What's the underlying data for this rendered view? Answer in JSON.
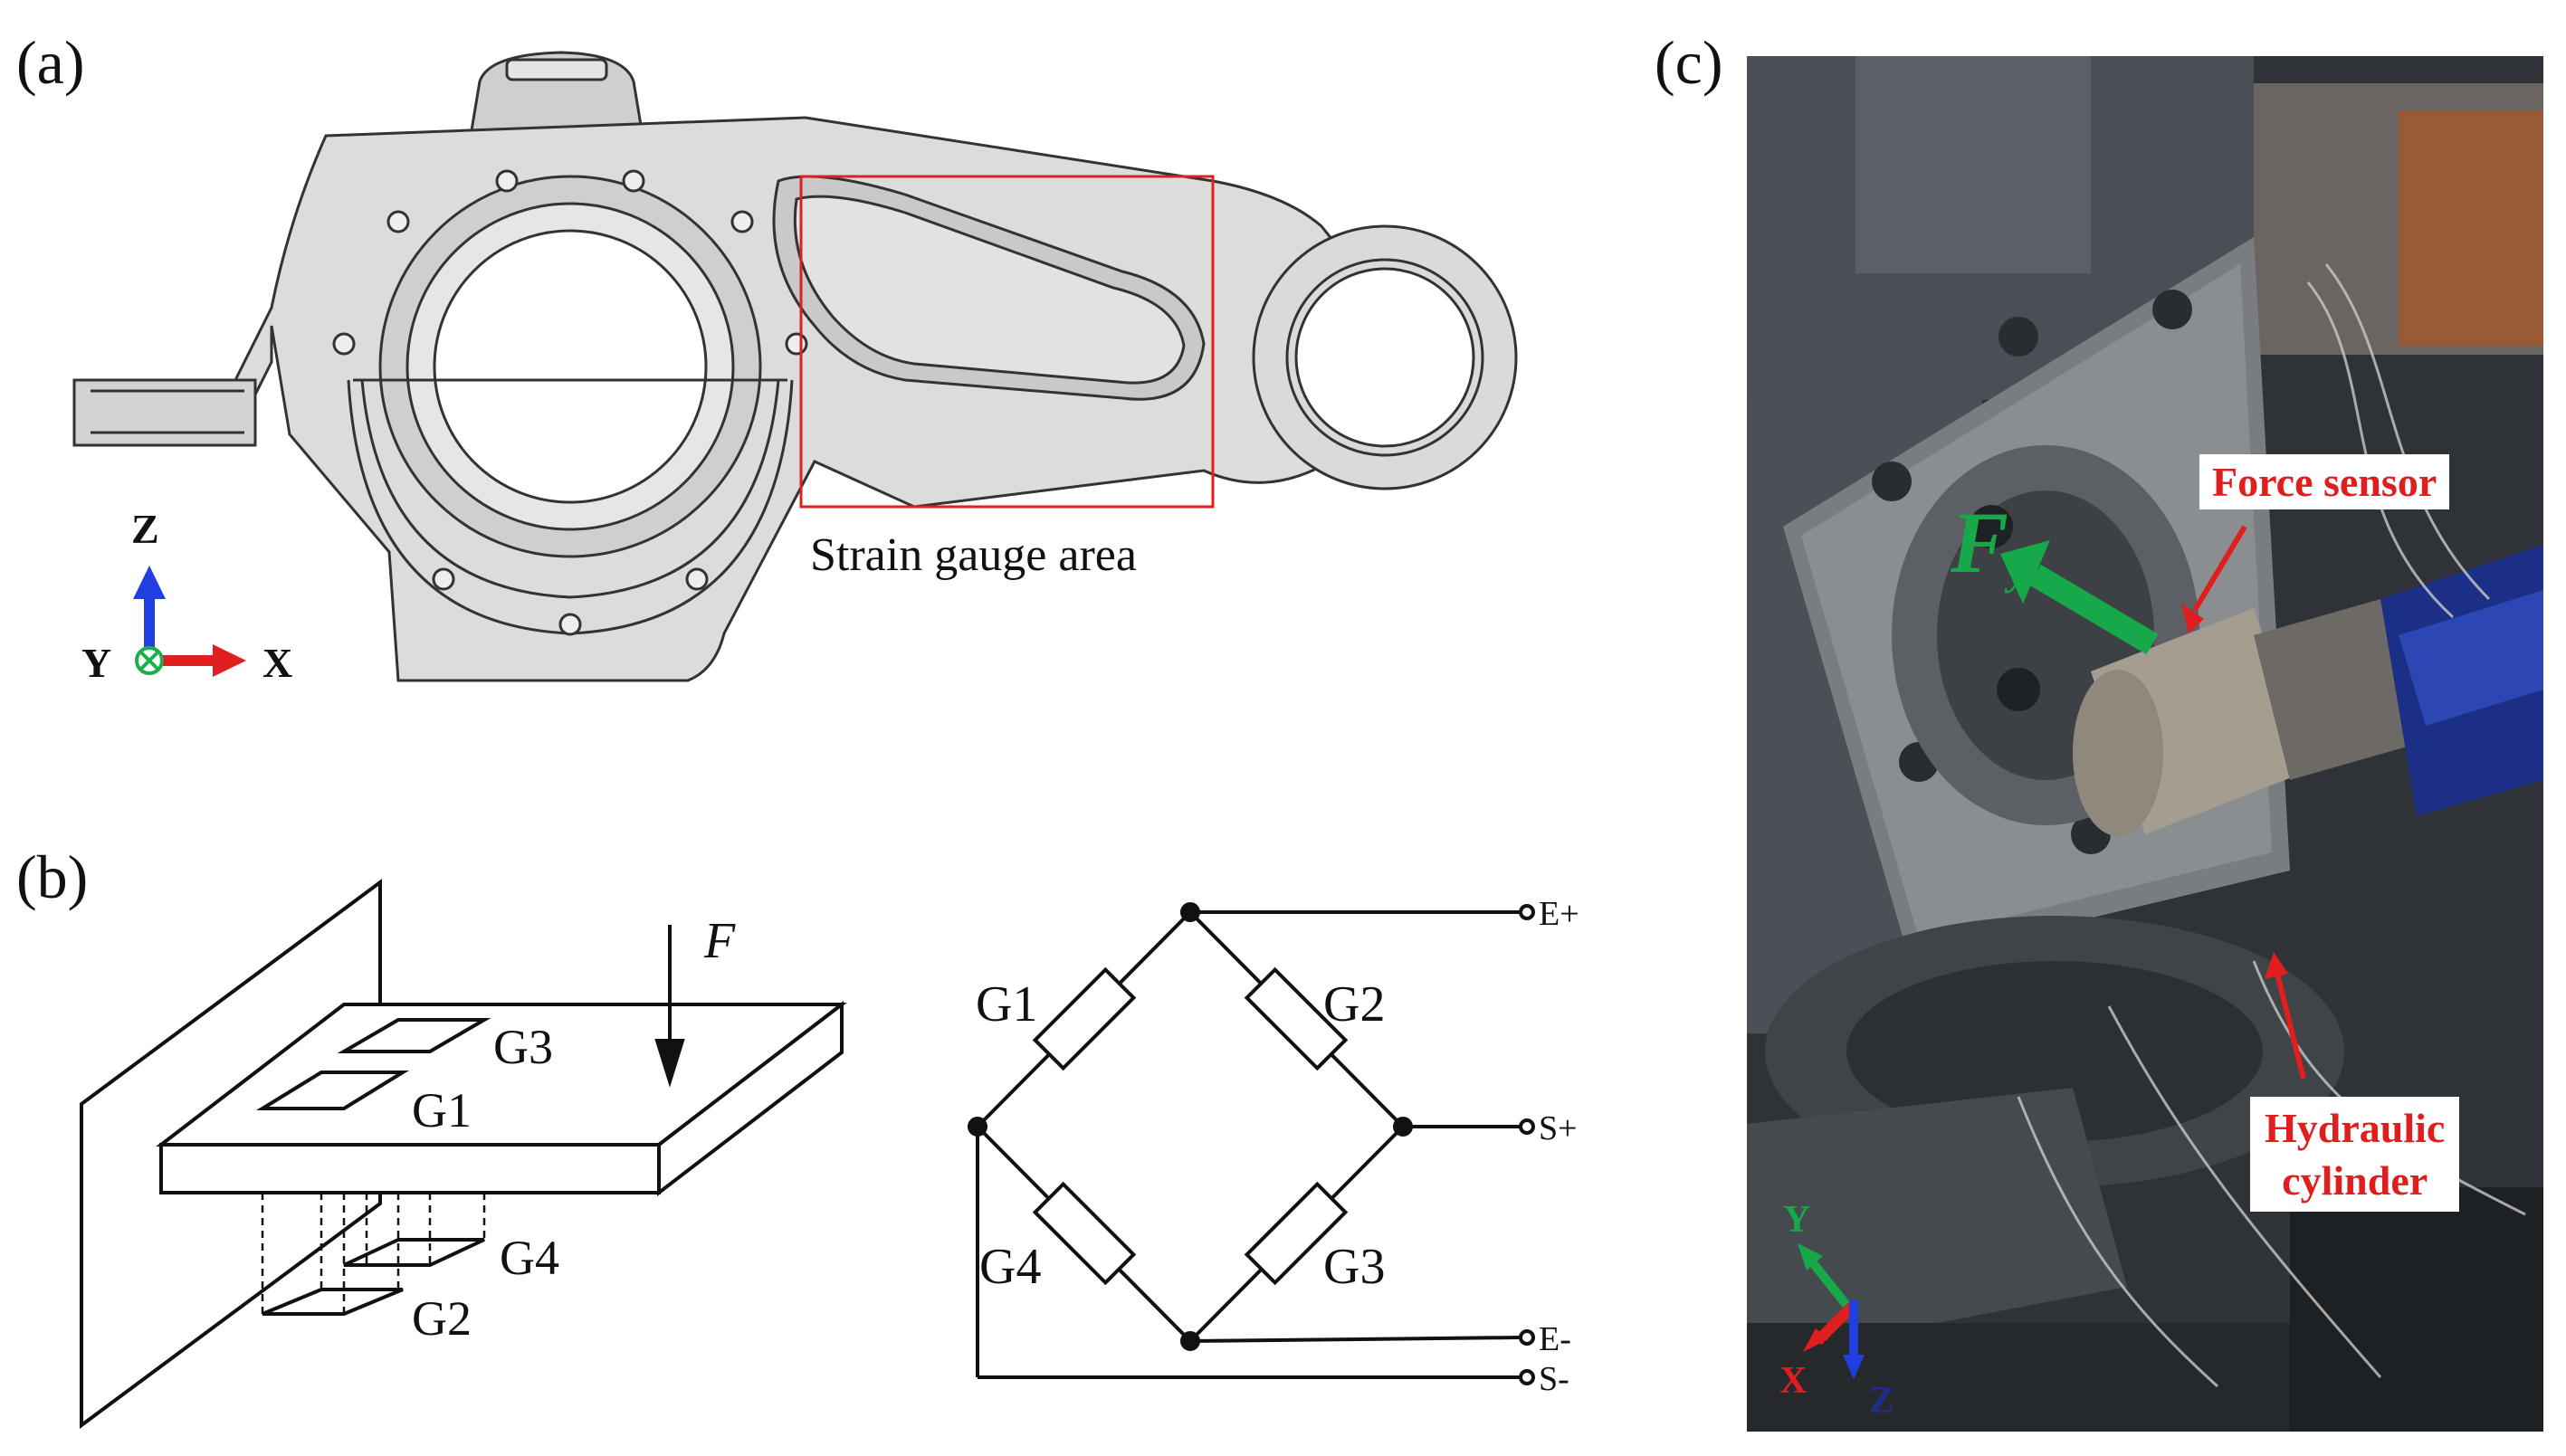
{
  "panels": {
    "a": {
      "label": "(a)",
      "annotation": "Strain gauge area",
      "axes": {
        "z": "Z",
        "y": "Y",
        "x": "X"
      },
      "colors": {
        "z": "#1f3fe0",
        "x": "#e0201e",
        "y": "#18b04a",
        "box": "#e0201e"
      }
    },
    "b": {
      "label": "(b)",
      "force": "F",
      "gauges": {
        "g1": "G1",
        "g2": "G2",
        "g3": "G3",
        "g4": "G4"
      },
      "terminals": {
        "e_plus": "E+",
        "s_plus": "S+",
        "e_minus": "E-",
        "s_minus": "S-"
      }
    },
    "c": {
      "label": "(c)",
      "force_label": "F",
      "force_subscript": "y",
      "callouts": {
        "force_sensor": "Force sensor",
        "hydraulic_line1": "Hydraulic",
        "hydraulic_line2": "cylinder"
      },
      "axes": {
        "y": "Y",
        "x": "X",
        "z": "Z"
      },
      "colors": {
        "force_arrow": "#17a84a",
        "callout_text": "#e01e1e"
      }
    }
  }
}
